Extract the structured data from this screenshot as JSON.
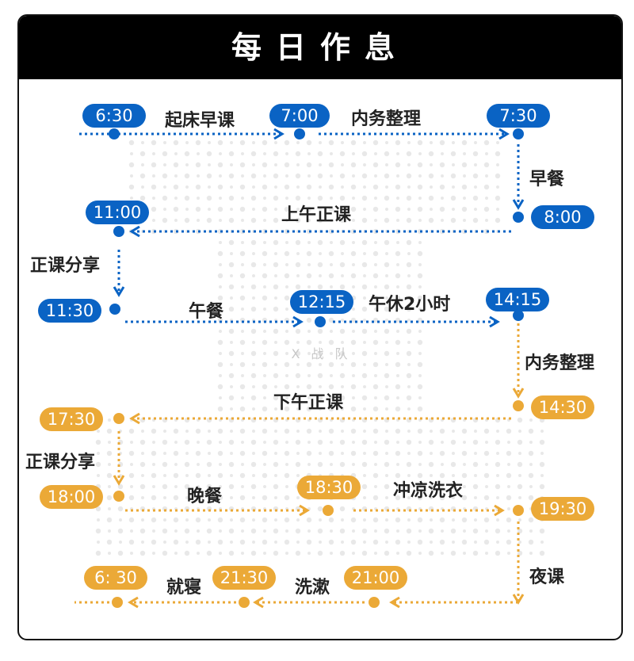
{
  "title": "每日作息",
  "watermark": "X战队",
  "colors": {
    "blue": "#0a63c4",
    "orange": "#eba937",
    "dots_bg": "#e8e8e8"
  },
  "times": {
    "t0630": "6:30",
    "t0700": "7:00",
    "t0730": "7:30",
    "t0800": "8:00",
    "t1100": "11:00",
    "t1130": "11:30",
    "t1215": "12:15",
    "t1415": "14:15",
    "t1430": "14:30",
    "t1730": "17:30",
    "t1800": "18:00",
    "t1830": "18:30",
    "t1930": "19:30",
    "t2100": "21:00",
    "t2130": "21:30",
    "t0630b": "6: 30"
  },
  "activities": {
    "wake_class": "起床早课",
    "chores_am": "内务整理",
    "breakfast": "早餐",
    "morning_class": "上午正课",
    "share_am": "正课分享",
    "lunch": "午餐",
    "nap": "午休2小时",
    "chores_pm": "内务整理",
    "afternoon_class": "下午正课",
    "share_pm": "正课分享",
    "dinner": "晚餐",
    "shower": "冲凉洗衣",
    "night_class": "夜课",
    "wash": "洗漱",
    "sleep": "就寝"
  }
}
